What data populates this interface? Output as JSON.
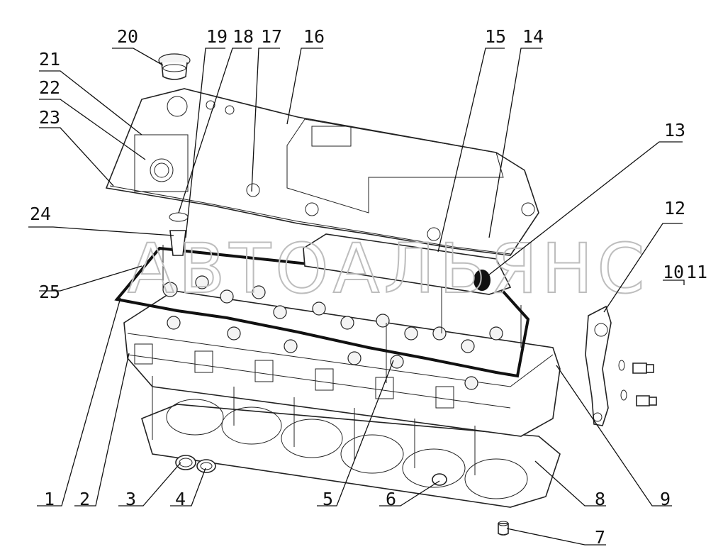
{
  "watermark": "АВТОАЛЬЯНС",
  "callouts": [
    "1",
    "2",
    "3",
    "4",
    "5",
    "6",
    "7",
    "8",
    "9",
    "10",
    "11",
    "12",
    "13",
    "14",
    "15",
    "16",
    "17",
    "18",
    "19",
    "20",
    "21",
    "22",
    "23",
    "24",
    "25"
  ]
}
